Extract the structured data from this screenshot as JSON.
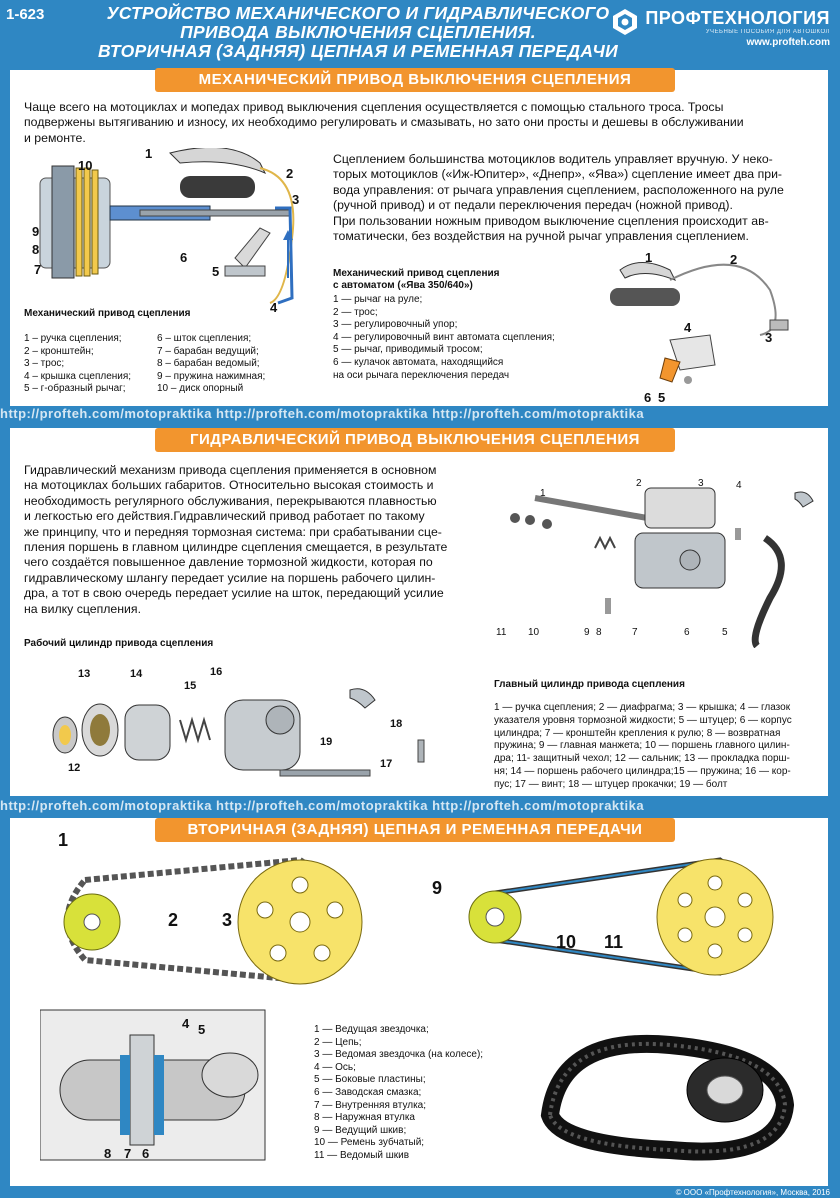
{
  "header": {
    "number": "1-623",
    "title_line1": "УСТРОЙСТВО МЕХАНИЧЕСКОГО И  ГИДРАВЛИЧЕСКОГО",
    "title_line2": "ПРИВОДА ВЫКЛЮЧЕНИЯ СЦЕПЛЕНИЯ.",
    "title_line3": "ВТОРИЧНАЯ (ЗАДНЯЯ) ЦЕПНАЯ И РЕМЕННАЯ ПЕРЕДАЧИ",
    "brand": "ПРОФТЕХНОЛОГИЯ",
    "brand_sub": "УЧЕБНЫЕ ПОСОБИЯ ДЛЯ АВТОШКОЛ",
    "url": "www.profteh.com"
  },
  "watermark": "http://profteh.com/motopraktika     http://profteh.com/motopraktika     http://profteh.com/motopraktika",
  "mech": {
    "heading": "МЕХАНИЧЕСКИЙ  ПРИВОД ВЫКЛЮЧЕНИЯ СЦЕПЛЕНИЯ",
    "intro_1": "Чаще всего на мотоциклах и мопедах привод выключения сцепления осуществляется с помощью стального троса. Тросы",
    "intro_2": "подвержены вытягиванию и износу, их необходимо  регулировать и смазывать, но зато они просты и дешевы в обслуживании",
    "intro_3": "и ремонте.",
    "p2_1": "Сцеплением большинства мотоциклов водитель управляет вручную. У неко-",
    "p2_2": "торых мотоциклов («Иж-Юпитер», «Днепр», «Ява») сцепление имеет два при-",
    "p2_3": "вода управления: от рычага управления сцеплением, расположенного на руле",
    "p2_4": "(ручной привод) и от педали переключения передач (ножной привод).",
    "p2_5": "При пользовании ножным приводом выключение сцепления происходит ав-",
    "p2_6": "томатически, без воздействия на ручной рычаг управления сцеплением.",
    "cap1": "Механический привод  сцепления",
    "legend1_left": [
      "1 – ручка сцепления;",
      "2 – кронштейн;",
      "3 – трос;",
      "4 – крышка сцепления;",
      "5 – г-образный рычаг;"
    ],
    "legend1_right": [
      "6 – шток сцепления;",
      "7 – барабан ведущий;",
      "8 – барабан ведомый;",
      "9 – пружина нажимная;",
      "10 – диск опорный"
    ],
    "cap2_1": "Механический привод сцепления",
    "cap2_2": "с автоматом («Ява 350/640»)",
    "legend2": [
      "1 — рычаг на руле;",
      "2 — трос;",
      "3 — регулировочный  упор;",
      "4 — регулировочный винт автомата сцепления;",
      "5 — рычаг, приводимый тросом;",
      "6 — кулачок автомата, находящийся",
      "на оси рычага переключения передач"
    ],
    "callouts1": [
      "1",
      "2",
      "3",
      "4",
      "5",
      "6",
      "7",
      "8",
      "9",
      "10"
    ],
    "callouts2": [
      "1",
      "2",
      "3",
      "4",
      "5",
      "6"
    ]
  },
  "hydro": {
    "heading": "ГИДРАВЛИЧЕСКИЙ ПРИВОД ВЫКЛЮЧЕНИЯ СЦЕПЛЕНИЯ",
    "text": [
      "Гидравлический  механизм привода сцепления применяется в основном",
      "на мотоциклах больших габаритов. Относительно высокая стоимость и",
      "необходимость  регулярного обслуживания, перекрываются плавностью",
      "и легкостью его действия.Гидравлический   привод работает по такому",
      "же принципу, что и передняя тормозная система: при срабатывании сце-",
      "пления поршень в главном цилиндре сцепления смещается, в результате",
      "чего создаётся повышенное давление тормозной жидкости, которая по",
      "гидравлическому шлангу передает усилие на поршень рабочего цилин-",
      "дра, а тот в свою очередь передает усилие на шток, передающий усилие",
      "на вилку сцепления."
    ],
    "cap_work": "Рабочий  цилиндр привода сцепления",
    "cap_main": "Главный цилиндр привода сцепления",
    "legend": [
      "1 — ручка сцепления; 2 — диафрагма; 3 — крышка; 4 — глазок",
      "указателя уровня тормозной жидкости; 5 — штуцер; 6 — корпус",
      "цилиндра; 7 — кронштейн крепления к рулю; 8 — возвратная",
      "пружина; 9 — главная манжета; 10 — поршень главного цилин-",
      "дра; 11- защитный чехол; 12 — сальник; 13 — прокладка порш-",
      "ня; 14 — поршень рабочего цилиндра;15 — пружина; 16 — кор-",
      "пус; 17 — винт; 18 — штуцер прокачки; 19 — болт"
    ],
    "nums_work": [
      "13",
      "14",
      "15",
      "16",
      "12",
      "18",
      "19",
      "17"
    ],
    "nums_main": [
      "1",
      "2",
      "3",
      "4",
      "11",
      "10",
      "9",
      "8",
      "7",
      "6",
      "5"
    ]
  },
  "drive": {
    "heading": "ВТОРИЧНАЯ (ЗАДНЯЯ) ЦЕПНАЯ И РЕМЕННАЯ ПЕРЕДАЧИ",
    "legend": [
      "1 — Ведущая звездочка;",
      "2 — Цепь;",
      "3 — Ведомая звездочка (на колесе);",
      "4 — Ось;",
      "5 — Боковые пластины;",
      "6 — Заводская смазка;",
      "7 — Внутренняя втулка;",
      "8 — Наружная втулка",
      "9 — Ведущий шкив;",
      "10 — Ремень зубчатый;",
      "11 — Ведомый шкив"
    ],
    "callouts_chain": [
      "1",
      "2",
      "3",
      "4",
      "5",
      "8",
      "7",
      "6"
    ],
    "callouts_belt": [
      "9",
      "10",
      "11"
    ]
  },
  "footer": "© ООО «Профтехнология», Москва, 2016"
}
